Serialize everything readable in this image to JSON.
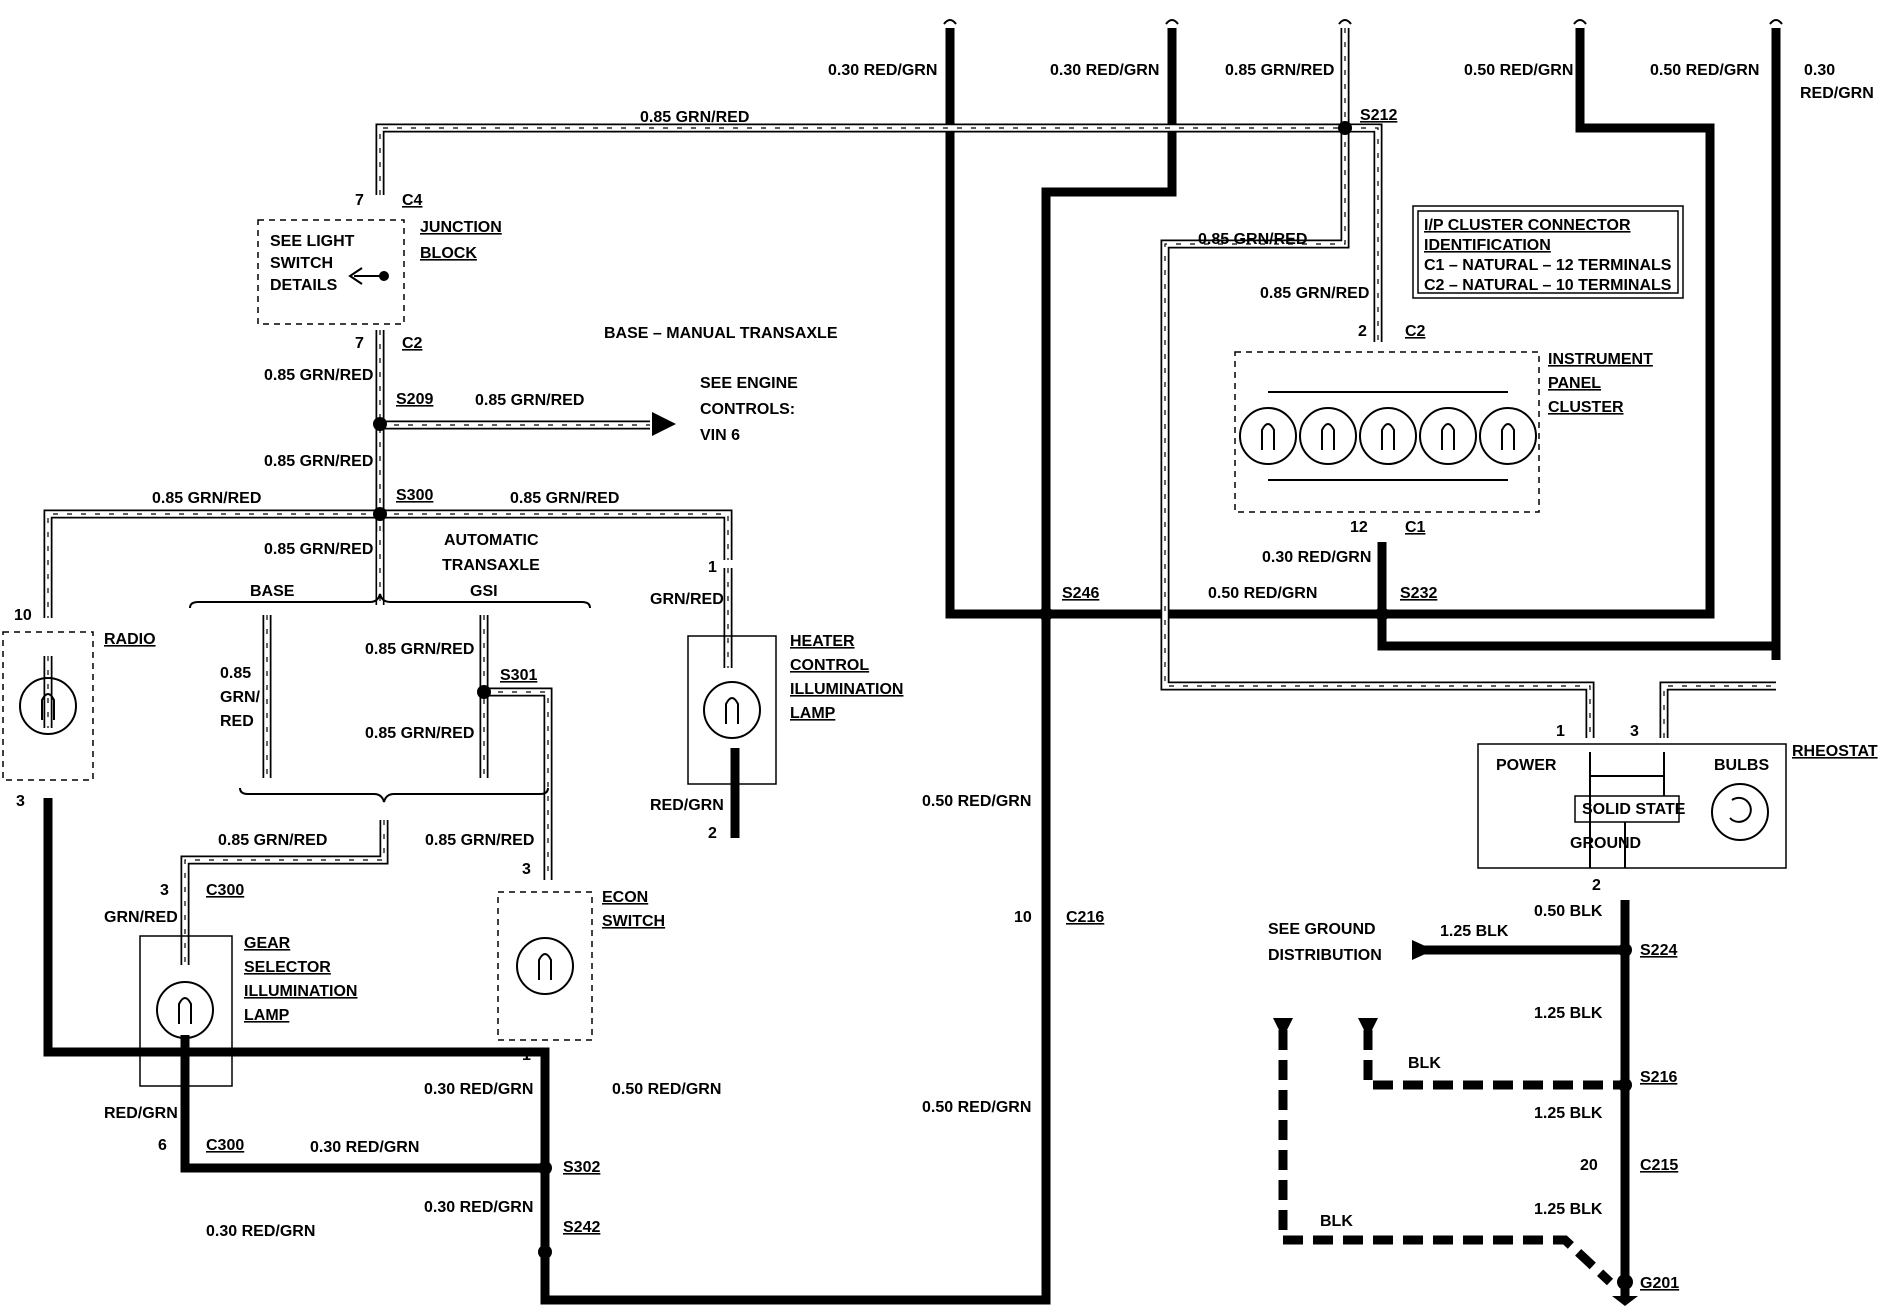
{
  "wires": {
    "top": [
      "0.30 RED/GRN",
      "0.30 RED/GRN",
      "0.85 GRN/RED",
      "0.50 RED/GRN",
      "0.50 RED/GRN",
      "0.30",
      "RED/GRN"
    ],
    "top_run": "0.85 GRN/RED",
    "junction_down_1": "0.85 GRN/RED",
    "junction_down_2": "0.85 GRN/RED",
    "engine_branch": "0.85 GRN/RED",
    "s300_left": "0.85 GRN/RED",
    "s300_right": "0.85 GRN/RED",
    "s300_down": "0.85 GRN/RED",
    "base_a": "0.85",
    "base_b": "GRN/",
    "base_c": "RED",
    "gsi_up": "0.85 GRN/RED",
    "gsi_down": "0.85 GRN/RED",
    "gear_feed": "0.85 GRN/RED",
    "econ_feed": "0.85 GRN/RED",
    "gear_in": "GRN/RED",
    "gear_out": "RED/GRN",
    "s302_run": "0.30 RED/GRN",
    "econ_out": "0.30 RED/GRN",
    "econ_out_2": "0.30 RED/GRN",
    "bottom_run": "0.30 RED/GRN",
    "heater_in": "GRN/RED",
    "heater_out": "RED/GRN",
    "s242_up": "0.50 RED/GRN",
    "main_mid_1": "0.50 RED/GRN",
    "main_mid_2": "0.50 RED/GRN",
    "s246_s232": "0.50 RED/GRN",
    "cluster_feed_1": "0.85 GRN/RED",
    "cluster_feed_2": "0.85 GRN/RED",
    "cluster_c1": "0.30 RED/GRN",
    "rheostat_ground": "0.50 BLK",
    "ground_in": "1.25 BLK",
    "ground_1": "1.25 BLK",
    "ground_2": "1.25 BLK",
    "ground_3": "1.25 BLK",
    "blk_a": "BLK",
    "blk_b": "BLK"
  },
  "splices": {
    "s212": "S212",
    "s209": "S209",
    "s300": "S300",
    "s301": "S301",
    "s302": "S302",
    "s242": "S242",
    "s246": "S246",
    "s232": "S232",
    "s224": "S224",
    "s216": "S216",
    "g201": "G201"
  },
  "connectors": {
    "c4_pin": "7",
    "c4": "C4",
    "c2_pin": "7",
    "c2": "C2",
    "radio_top_pin": "10",
    "radio_bottom_pin": "3",
    "heater_top_pin": "1",
    "heater_bottom_pin": "2",
    "c300_top_pin": "3",
    "c300_top": "C300",
    "c300_bottom_pin": "6",
    "c300_bottom": "C300",
    "econ_top_pin": "3",
    "econ_bottom_pin": "1",
    "c216_pin": "10",
    "c216": "C216",
    "cluster_c2_pin": "2",
    "cluster_c2": "C2",
    "cluster_c1_pin": "12",
    "cluster_c1": "C1",
    "rheostat_pin1": "1",
    "rheostat_pin3": "3",
    "rheostat_pin2": "2",
    "c215_pin": "20",
    "c215": "C215"
  },
  "components": {
    "junction_1": "JUNCTION",
    "junction_2": "BLOCK",
    "light_1": "SEE LIGHT",
    "light_2": "SWITCH",
    "light_3": "DETAILS",
    "engine_1": "SEE ENGINE",
    "engine_2": "CONTROLS:",
    "engine_3": "VIN 6",
    "base_manual": "BASE – MANUAL TRANSAXLE",
    "auto_1": "AUTOMATIC",
    "auto_2": "TRANSAXLE",
    "base": "BASE",
    "gsi": "GSI",
    "radio": "RADIO",
    "heater_1": "HEATER",
    "heater_2": "CONTROL",
    "heater_3": "ILLUMINATION",
    "heater_4": "LAMP",
    "gear_1": "GEAR",
    "gear_2": "SELECTOR",
    "gear_3": "ILLUMINATION",
    "gear_4": "LAMP",
    "econ_1": "ECON",
    "econ_2": "SWITCH",
    "ipc_1": "INSTRUMENT",
    "ipc_2": "PANEL",
    "ipc_3": "CLUSTER",
    "rheostat": "RHEOSTAT",
    "power": "POWER",
    "bulbs": "BULBS",
    "solid_state": "SOLID STATE",
    "ground": "GROUND",
    "see_ground_1": "SEE GROUND",
    "see_ground_2": "DISTRIBUTION"
  },
  "ip_box": {
    "line1": "I/P CLUSTER CONNECTOR",
    "line2": "IDENTIFICATION",
    "line3": "C1 – NATURAL – 12 TERMINALS",
    "line4": "C2 – NATURAL – 10 TERMINALS"
  }
}
